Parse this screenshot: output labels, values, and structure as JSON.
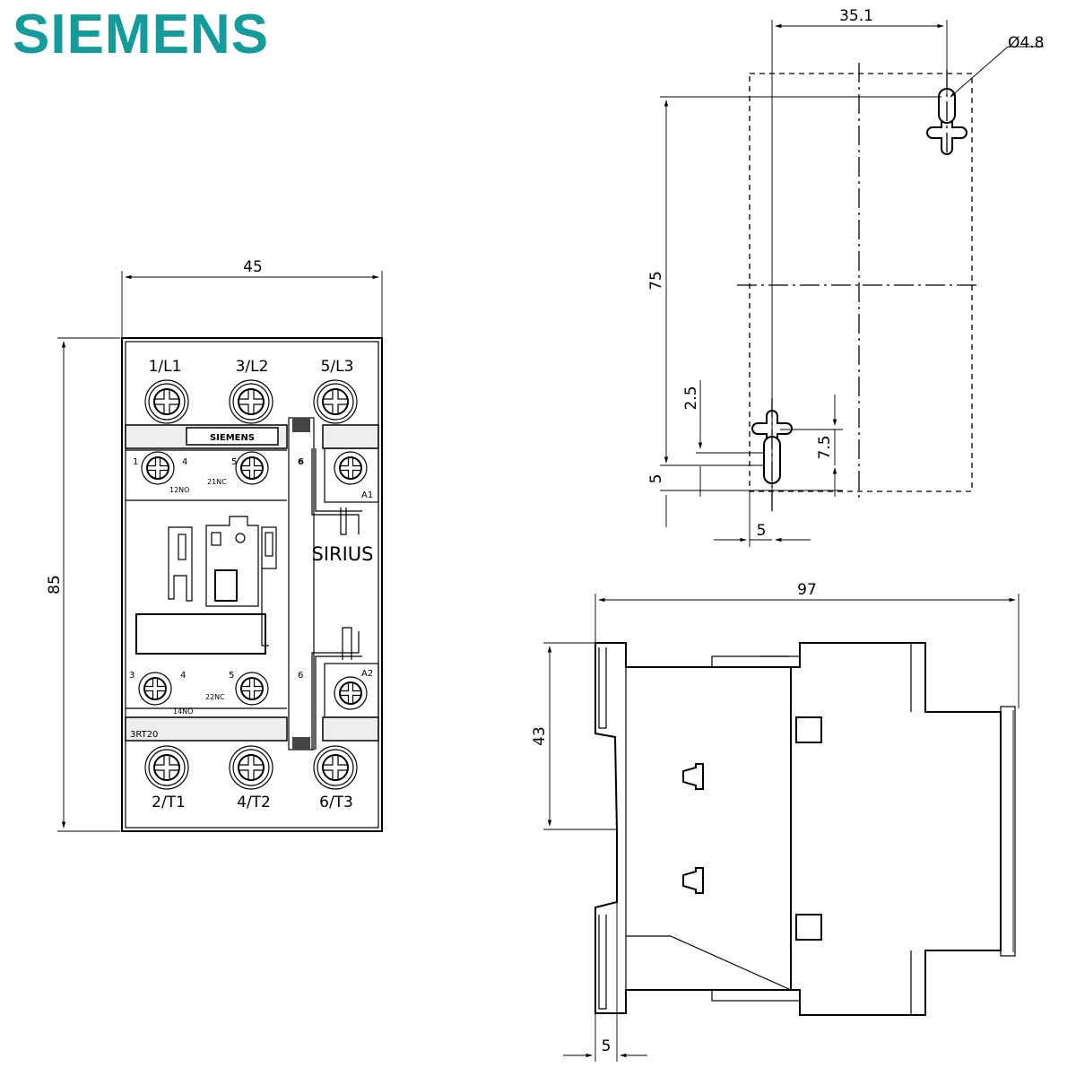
{
  "brand": {
    "logo_text": "SIEMENS",
    "logo_color": "#149b9b"
  },
  "front_view": {
    "width_dim": "45",
    "height_dim": "85",
    "top_terminals": [
      "1/L1",
      "3/L2",
      "5/L3"
    ],
    "bottom_terminals": [
      "2/T1",
      "4/T2",
      "6/T3"
    ],
    "brand_plate": "SIEMENS",
    "product_line": "SIRIUS",
    "model_code": "3RT20",
    "aux_top_numbers": [
      "1",
      "4",
      "5",
      "6"
    ],
    "aux_top_tags": [
      "12NO",
      "21NC"
    ],
    "aux_bottom_numbers": [
      "3",
      "4",
      "5",
      "6"
    ],
    "aux_bottom_tags": [
      "14NO",
      "22NC"
    ],
    "coil_terminals": [
      "A1",
      "A2"
    ]
  },
  "mounting_view": {
    "horizontal_dim": "35.1",
    "hole_dim": "Ø4.8",
    "vertical_dim": "75",
    "slot_dims": [
      "2.5",
      "7.5",
      "5"
    ],
    "bottom_dim": "5"
  },
  "side_view": {
    "width_dim": "97",
    "height_dim": "43",
    "bottom_dim": "5"
  }
}
